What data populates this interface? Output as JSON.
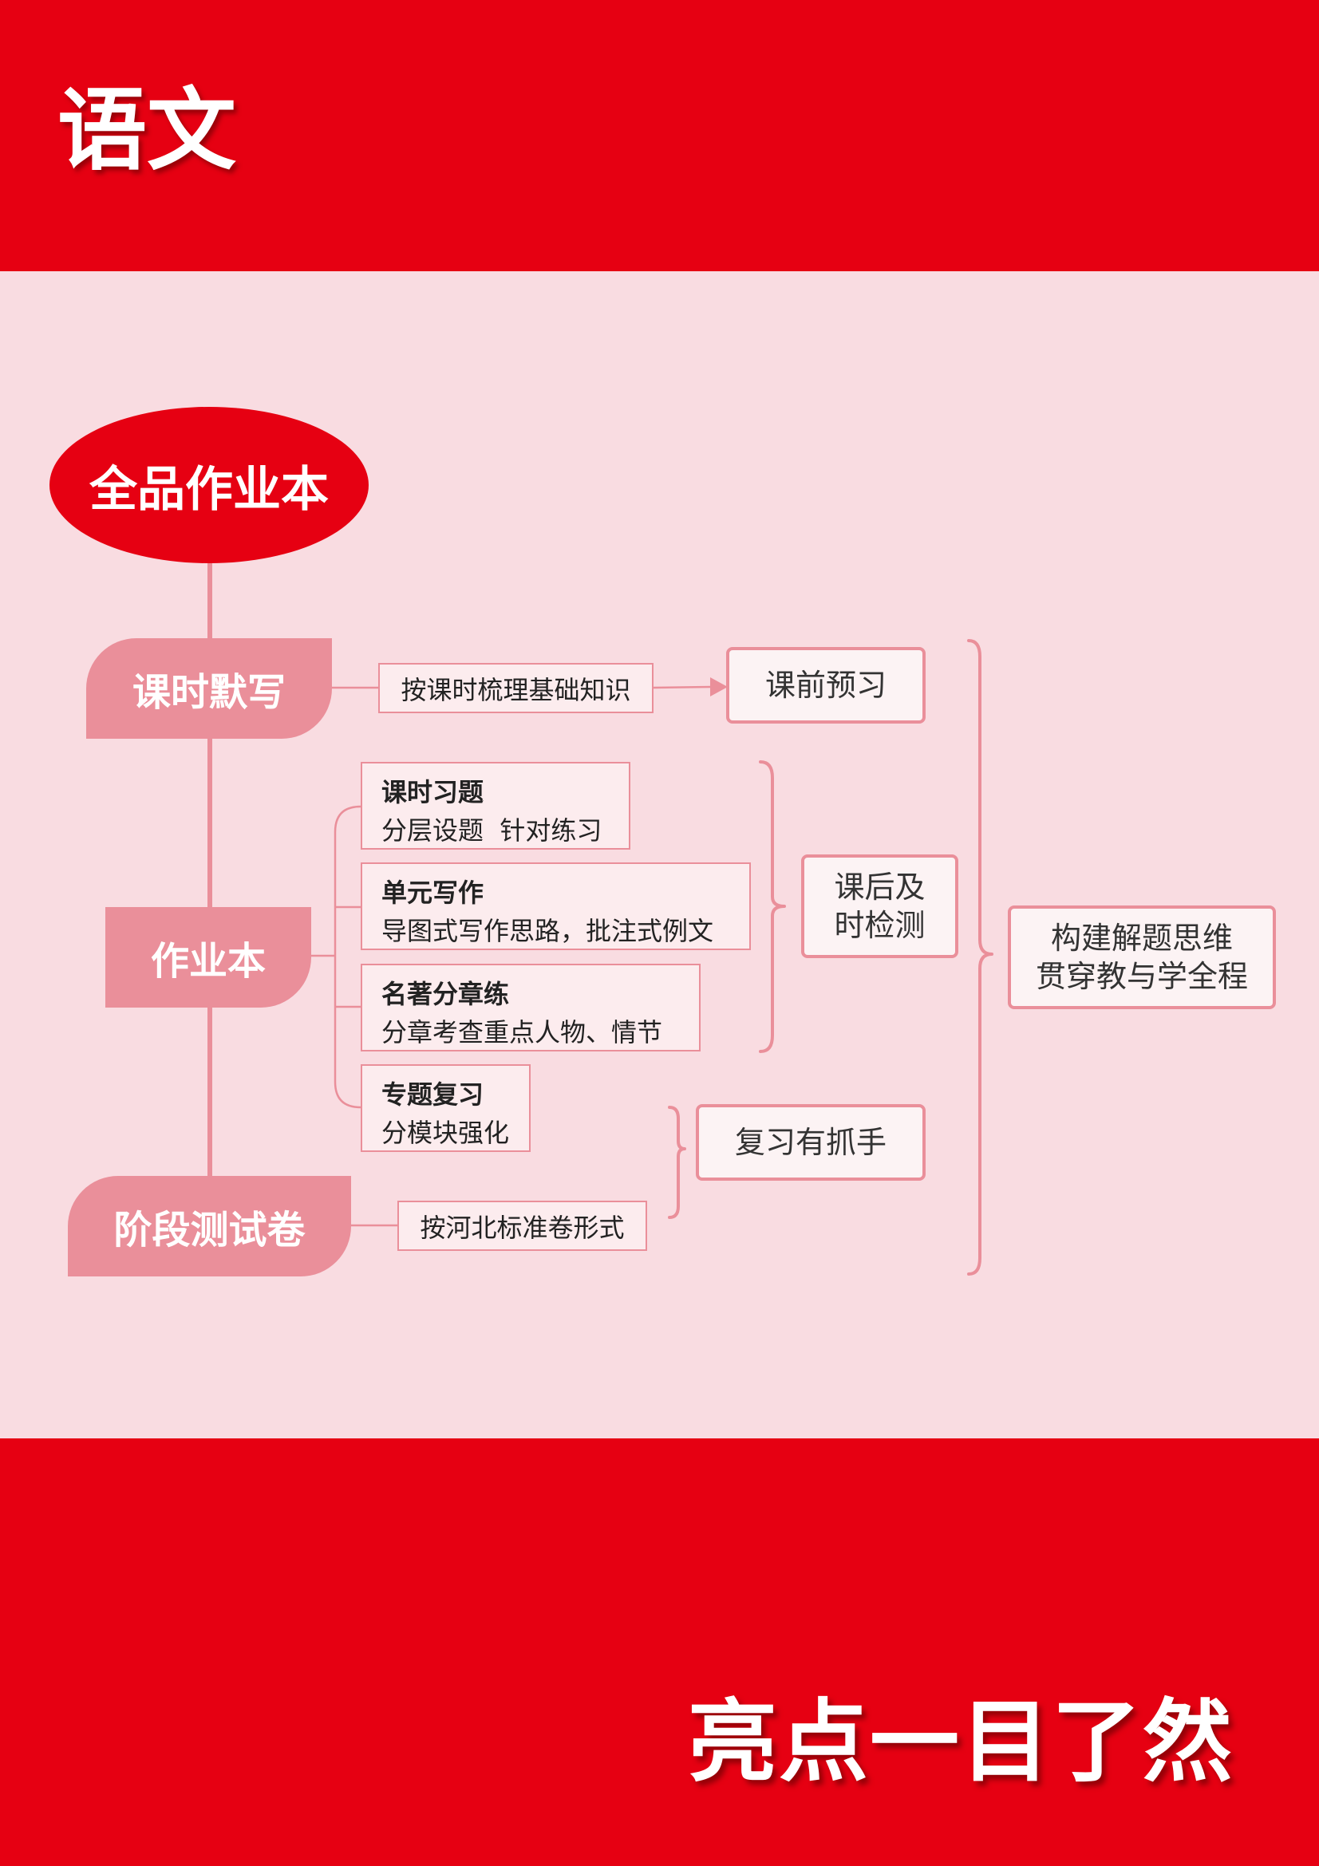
{
  "header": {
    "subject": "语文"
  },
  "footer": {
    "slogan": "亮点一目了然"
  },
  "diagram": {
    "root": "全品作业本",
    "branches": {
      "dictation": "课时默写",
      "homework": "作业本",
      "test": "阶段测试卷"
    },
    "dictation_detail": "按课时梳理基础知识",
    "homework_items": [
      {
        "title": "课时习题",
        "desc": "分层设题  针对练习"
      },
      {
        "title": "单元写作",
        "desc": "导图式写作思路，批注式例文"
      },
      {
        "title": "名著分章练",
        "desc": "分章考查重点人物、情节"
      },
      {
        "title": "专题复习",
        "desc": "分模块强化"
      }
    ],
    "test_detail": "按河北标准卷形式",
    "outcomes": {
      "preview": "课前预习",
      "check_line1": "课后及",
      "check_line2": "时检测",
      "review": "复习有抓手",
      "final_line1": "构建解题思维",
      "final_line2": "贯穿教与学全程"
    },
    "colors": {
      "primary_red": "#e60012",
      "node_pink": "#ea8f9a",
      "background_pink": "#f9dce1"
    }
  }
}
